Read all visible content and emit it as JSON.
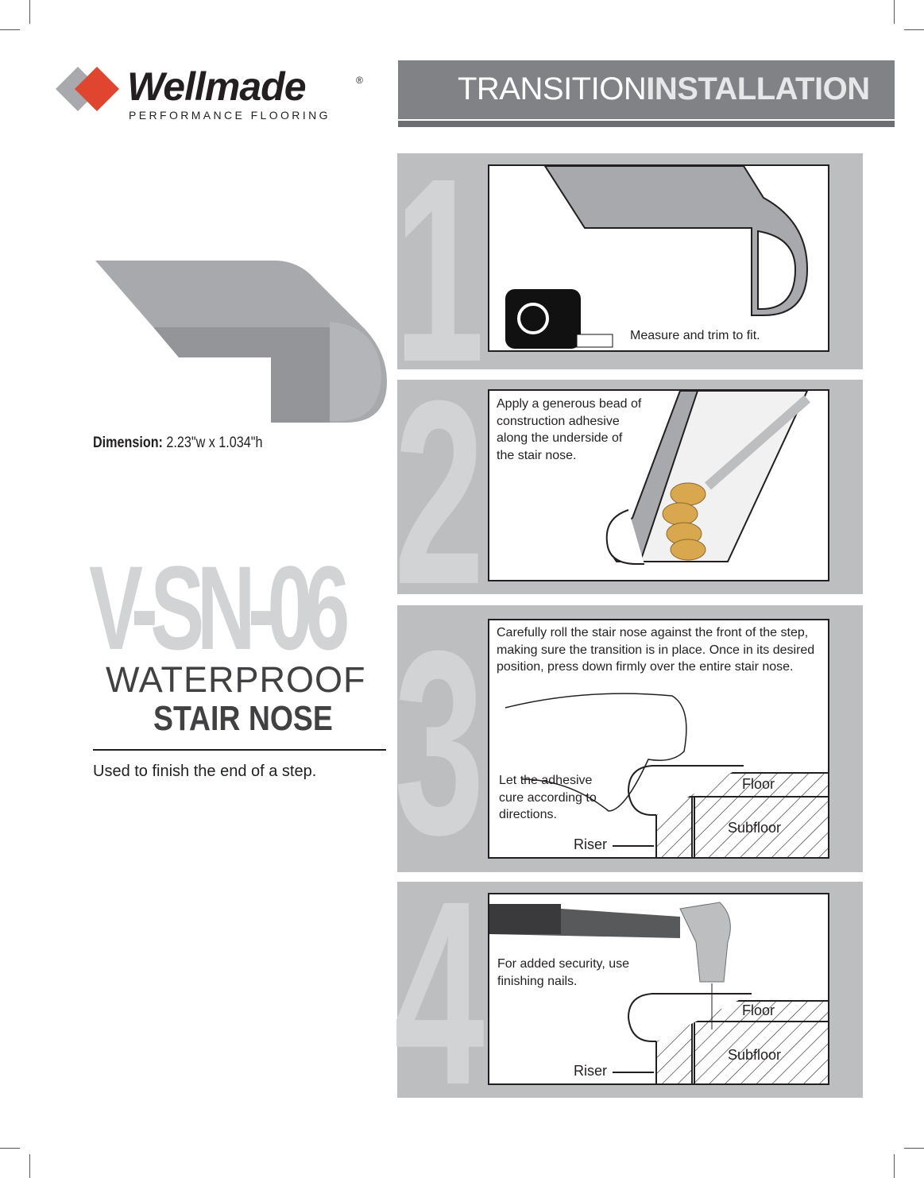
{
  "brand": {
    "name": "Wellmade",
    "registered": "®",
    "tagline": "PERFORMANCE FLOORING",
    "colors": {
      "red": "#e0452f",
      "gray": "#a7a9ac"
    }
  },
  "header": {
    "title_light": "TRANSITION",
    "title_bold": "INSTALLATION"
  },
  "product": {
    "dimension_label": "Dimension:",
    "dimension_value": "2.23\"w x 1.034\"h",
    "code": "V-SN-06",
    "line1": "WATERPROOF",
    "line2": "STAIR NOSE",
    "description": "Used to finish the end of a step."
  },
  "steps": [
    {
      "number": "1",
      "text": "Measure and trim to fit."
    },
    {
      "number": "2",
      "text": "Apply a generous bead of construction adhesive along the underside of the stair nose."
    },
    {
      "number": "3",
      "text": "Carefully roll the stair nose against the front of the step, making sure the transition is in place.  Once in its desired position, press down firmly over the entire stair nose.",
      "note": "Let the adhesive cure according to directions.",
      "labels": {
        "floor": "Floor",
        "subfloor": "Subfloor",
        "riser": "Riser"
      }
    },
    {
      "number": "4",
      "text": "For added security, use finishing nails.",
      "labels": {
        "floor": "Floor",
        "subfloor": "Subfloor",
        "riser": "Riser"
      }
    }
  ]
}
